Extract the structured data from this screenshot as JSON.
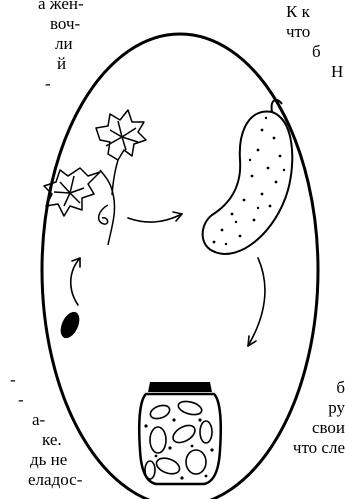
{
  "left_text": [
    "а жен-",
    "воч-",
    "ли",
    "й",
    "-"
  ],
  "right_text": [
    "К к",
    "что",
    "б",
    "Н"
  ],
  "left_bottom_text": [
    "-",
    "-",
    "а-",
    "ке.",
    "дь не",
    "еладос-"
  ],
  "right_bottom_text": [
    "б",
    "ру",
    "свои",
    "что сле"
  ],
  "illustration": {
    "stages": [
      "seed-icon",
      "sprout-icon",
      "cucumber-icon",
      "pickle-jar-icon"
    ],
    "colors": {
      "ink": "#000000",
      "paper": "#ffffff"
    }
  }
}
